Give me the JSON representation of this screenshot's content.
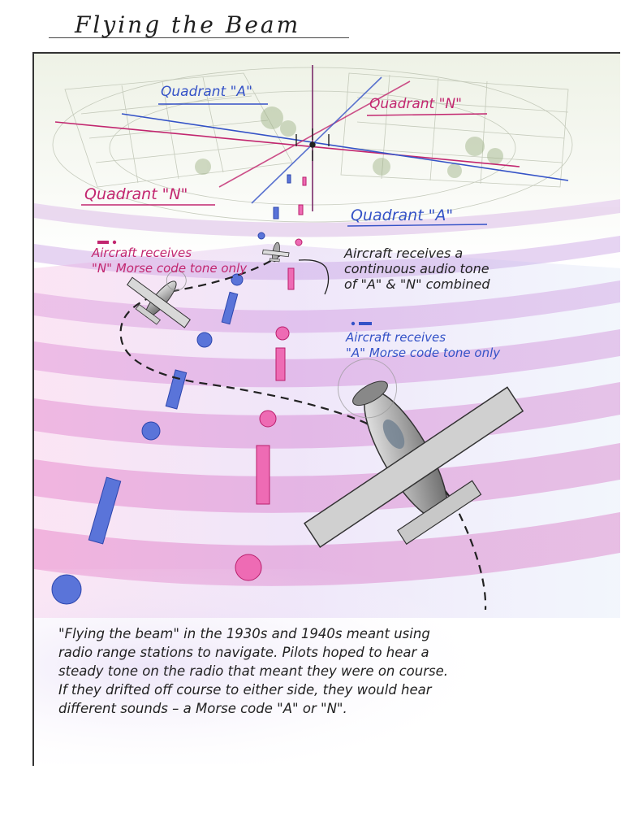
{
  "title": "Flying the Beam",
  "quadrants": {
    "top_a": "Quadrant \"A\"",
    "top_n": "Quadrant \"N\"",
    "left_n": "Quadrant \"N\"",
    "right_a": "Quadrant \"A\""
  },
  "notes": {
    "n_only": [
      "Aircraft receives",
      "\"N\" Morse code tone only"
    ],
    "combined": [
      "Aircraft receives a",
      "continuous audio tone",
      "of \"A\" & \"N\" combined"
    ],
    "a_only": [
      "Aircraft receives",
      "\"A\" Morse code tone only"
    ]
  },
  "caption": [
    "\"Flying the beam\" in the 1930s and 1940s meant using",
    "radio range stations to navigate.  Pilots hoped to hear a",
    "steady tone on the radio that meant they  were on course.",
    "If they drifted off course to either side, they would hear",
    "different sounds – a Morse code \"A\" or \"N\"."
  ],
  "colors": {
    "blue": "#3452c7",
    "magenta": "#c2266f",
    "pink_band": "#f0a8d8",
    "blue_band": "#b9c8ef"
  },
  "icons": [
    "airplane-large",
    "airplane-small",
    "airplane-tiny",
    "radio-range-station"
  ]
}
